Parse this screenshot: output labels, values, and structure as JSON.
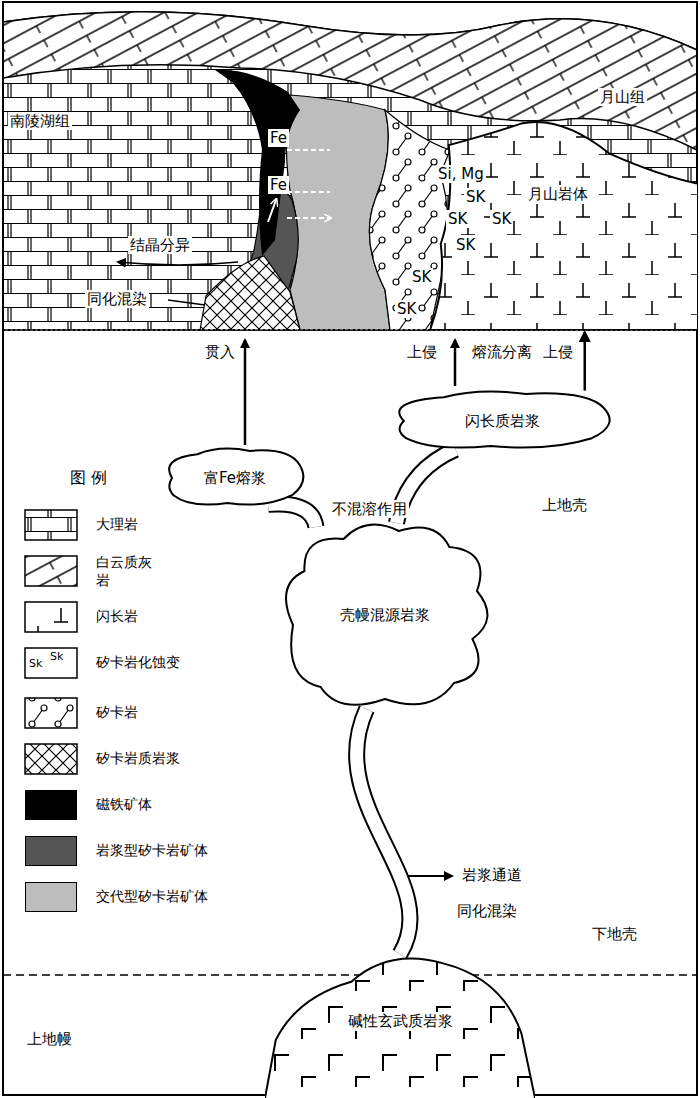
{
  "diagram": {
    "nodes": [
      {
        "text": [
          "月山岩体"
        ]
      },
      {
        "text": [
          "闪长质岩浆"
        ]
      },
      {
        "text": [
          "富Fe熔浆"
        ]
      },
      {
        "text": [
          "壳幔混源岩浆"
        ]
      },
      {
        "text": [
          "碱性玄武质岩浆"
        ]
      }
    ],
    "edges": [
      {
        "from": 1,
        "to": 0,
        "arrow": "to",
        "label": "上侵"
      },
      {
        "from": 3,
        "to": 2,
        "arrow": "none"
      },
      {
        "from": 3,
        "to": 1,
        "arrow": "none"
      },
      {
        "from": 4,
        "to": 3,
        "arrow": "none"
      }
    ],
    "labels": [
      "图 例",
      "南陵湖组",
      "月山组",
      "Fe",
      "Fe",
      "Si, Mg",
      "SK",
      "SK",
      "SK",
      "SK",
      "SK",
      "SK",
      "结晶分异",
      "同化混染",
      "贯入",
      "上侵",
      "熔流分离",
      "不混溶作用",
      "上地壳",
      "岩浆通道",
      "同化混染",
      "下地壳",
      "上地幔",
      "Sk",
      "Sk"
    ],
    "legend": [
      {
        "text": "大理岩"
      },
      {
        "text": "白云质灰岩"
      },
      {
        "text": "闪长岩"
      },
      {
        "text": "矽卡岩化蚀变"
      },
      {
        "text": "矽卡岩"
      },
      {
        "text": "矽卡岩质岩浆"
      },
      {
        "text": "磁铁矿体",
        "color": "#000000"
      },
      {
        "text": "岩浆型矽卡岩矿体",
        "color": "#555555"
      },
      {
        "text": "交代型矽卡岩矿体",
        "color": "#bdbdbd"
      }
    ]
  }
}
